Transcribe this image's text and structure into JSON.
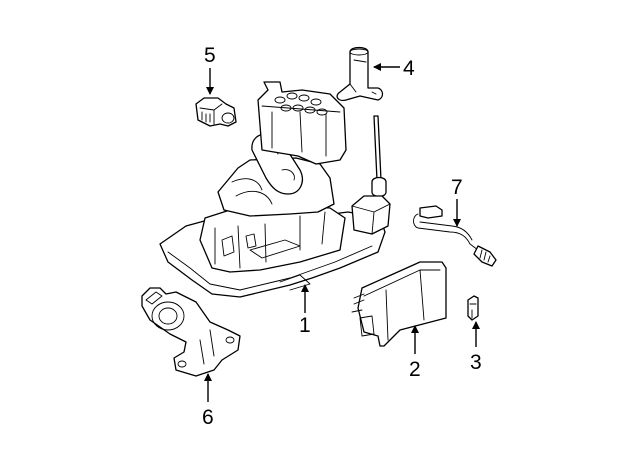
{
  "diagram": {
    "type": "exploded parts diagram",
    "line_color": "#000000",
    "background_color": "#ffffff",
    "callouts": [
      {
        "number": "1",
        "part": "main-housing-assembly"
      },
      {
        "number": "2",
        "part": "vapor-canister"
      },
      {
        "number": "3",
        "part": "clip"
      },
      {
        "number": "4",
        "part": "sensor-bracket"
      },
      {
        "number": "5",
        "part": "connector-sensor"
      },
      {
        "number": "6",
        "part": "egr-valve"
      },
      {
        "number": "7",
        "part": "oxygen-sensor"
      }
    ]
  }
}
